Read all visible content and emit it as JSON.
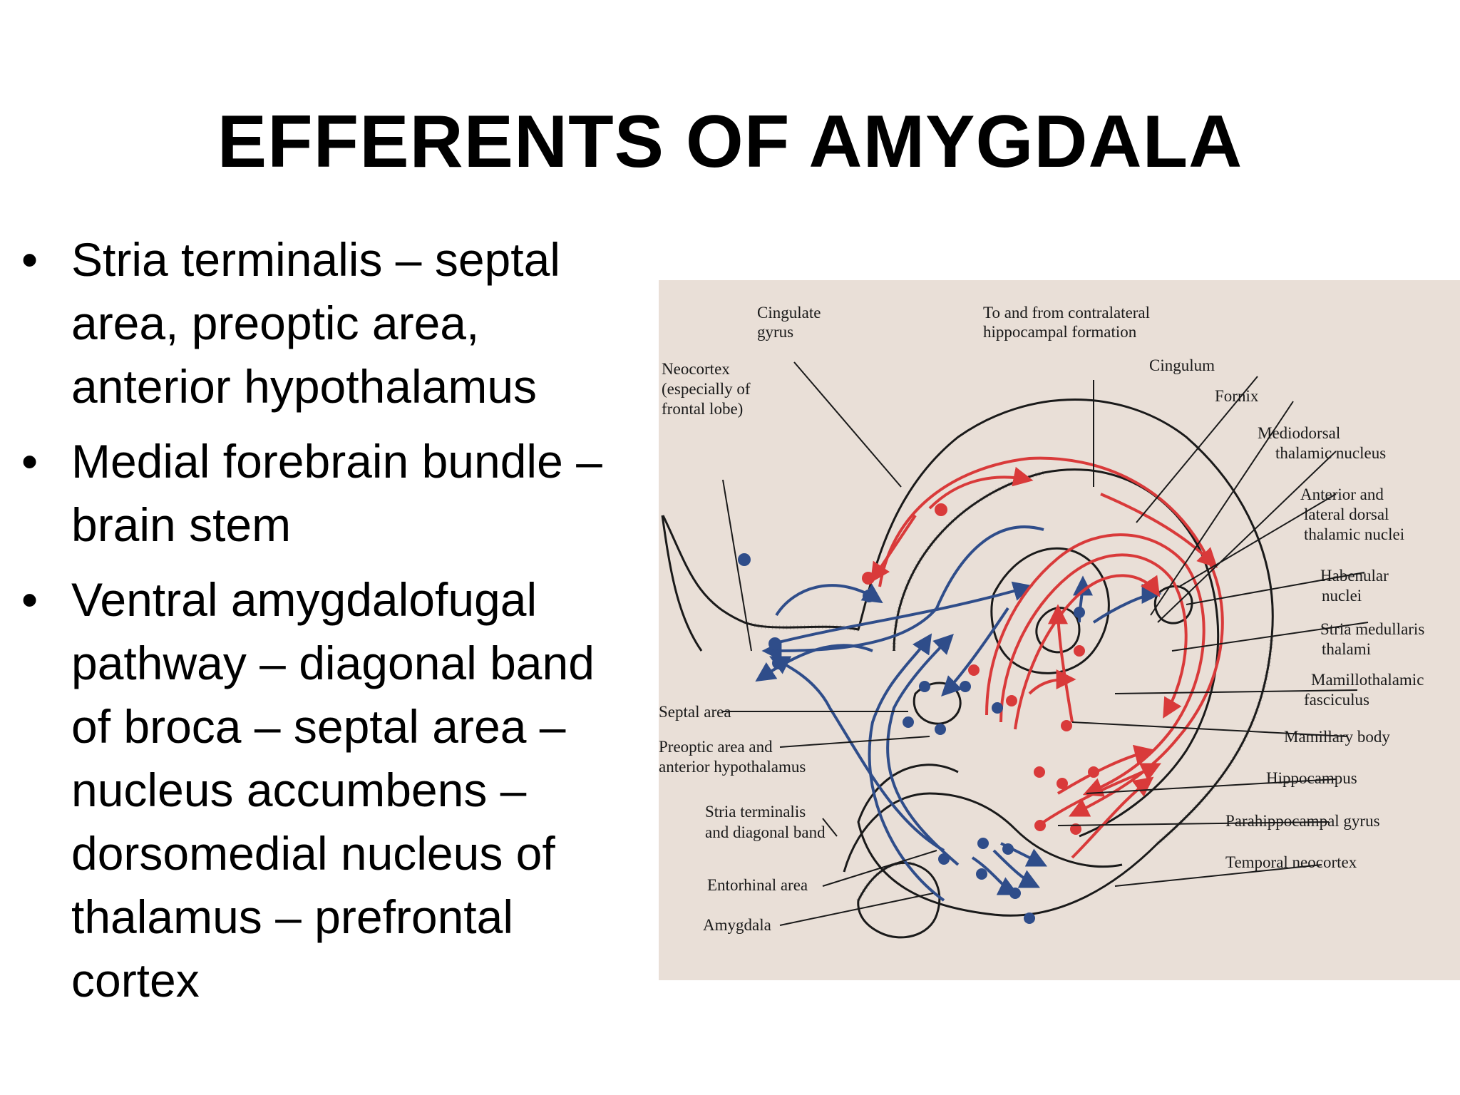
{
  "title": "EFFERENTS OF AMYGDALA",
  "bullets": [
    {
      "lines": [
        "Stria terminalis – septal",
        "area, preoptic area,",
        "anterior hypothalamus"
      ]
    },
    {
      "lines": [
        "Medial forebrain bundle –",
        "brain stem"
      ]
    },
    {
      "lines": [
        "Ventral amygdalofugal",
        "pathway – diagonal band",
        "of broca – septal area –",
        "nucleus accumbens –",
        "dorsomedial nucleus of",
        "thalamus – prefrontal",
        "cortex"
      ]
    }
  ],
  "diagram": {
    "labels": {
      "cingulate_gyrus_1": "Cingulate",
      "cingulate_gyrus_2": "gyrus",
      "contralateral_1": "To and from contralateral",
      "contralateral_2": "hippocampal formation",
      "neocortex_1": "Neocortex",
      "neocortex_2": "(especially of",
      "neocortex_3": "frontal lobe)",
      "cingulum": "Cingulum",
      "fornix": "Fornix",
      "mediodorsal_1": "Mediodorsal",
      "mediodorsal_2": "thalamic nucleus",
      "anterior_1": "Anterior and",
      "anterior_2": "lateral dorsal",
      "anterior_3": "thalamic nuclei",
      "habenular_1": "Habenular",
      "habenular_2": "nuclei",
      "stria_medullaris_1": "Stria medullaris",
      "stria_medullaris_2": "thalami",
      "mamillothalamic_1": "Mamillothalamic",
      "mamillothalamic_2": "fasciculus",
      "septal_area": "Septal area",
      "preoptic_1": "Preoptic area and",
      "preoptic_2": "anterior hypothalamus",
      "mamillary_body": "Mamillary body",
      "hippocampus": "Hippocampus",
      "stria_terminalis_1": "Stria terminalis",
      "stria_terminalis_2": "and diagonal band",
      "parahippocampal": "Parahippocampal gyrus",
      "temporal_neocortex": "Temporal neocortex",
      "entorhinal": "Entorhinal area",
      "amygdala": "Amygdala"
    },
    "colors": {
      "efferent_blue": "#2f4d8a",
      "afferent_red": "#d93a3a",
      "outline": "#1a1a1a",
      "paper": "#ece3dc"
    }
  }
}
